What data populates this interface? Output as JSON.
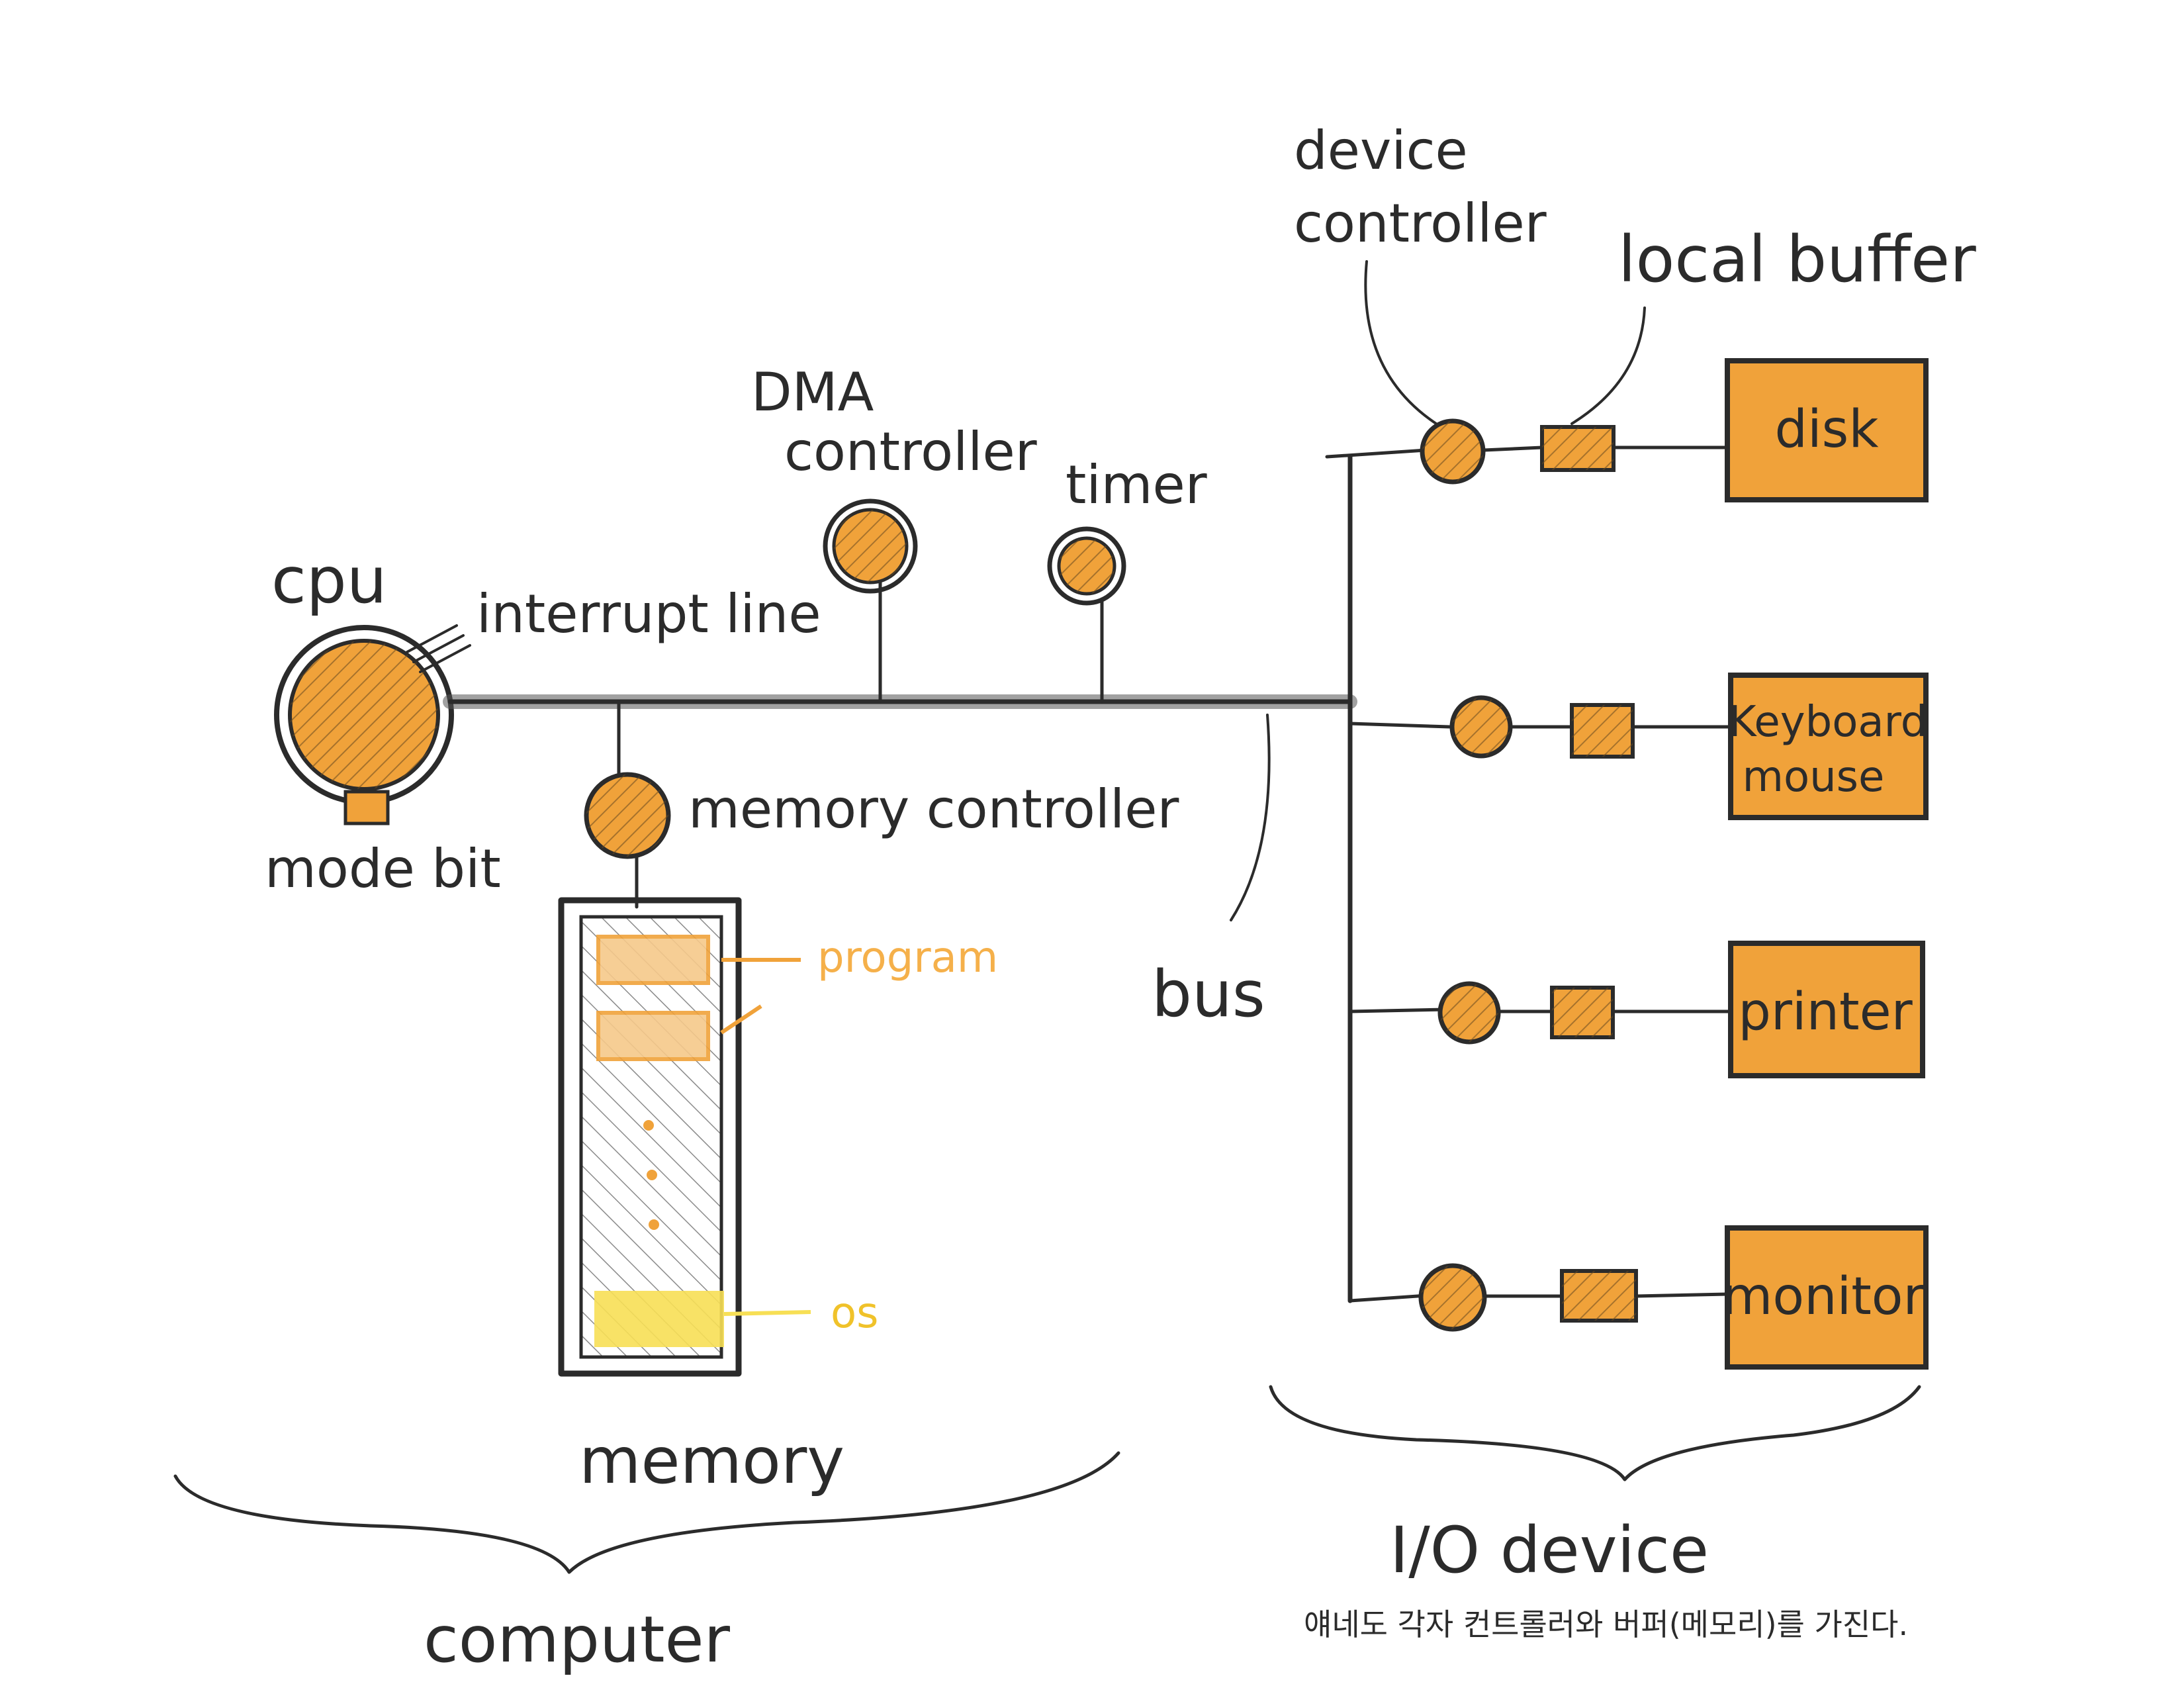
{
  "colors": {
    "ink": "#2b2b2b",
    "orange": "#f0a23a",
    "mem_label": "#f5b04a",
    "os_yellow": "#f7df55",
    "hatch": "#6a4a20"
  },
  "labels": {
    "cpu": "cpu",
    "interrupt_line": "interrupt line",
    "mode_bit": "mode bit",
    "dma_line1": "DMA",
    "dma_line2": "controller",
    "timer": "timer",
    "memory_controller": "memory controller",
    "program": "program",
    "os": "os",
    "memory": "memory",
    "computer": "computer",
    "bus": "bus",
    "device_controller_line1": "device",
    "device_controller_line2": "controller",
    "local_buffer": "local buffer",
    "io_device": "I/O device",
    "korean_note": "얘네도 각자 컨트롤러와 버퍼(메모리)를 가진다."
  },
  "devices": [
    {
      "line1": "disk",
      "line2": ""
    },
    {
      "line1": "Keyboard",
      "line2": "mouse"
    },
    {
      "line1": "printer",
      "line2": ""
    },
    {
      "line1": "monitor",
      "line2": ""
    }
  ]
}
